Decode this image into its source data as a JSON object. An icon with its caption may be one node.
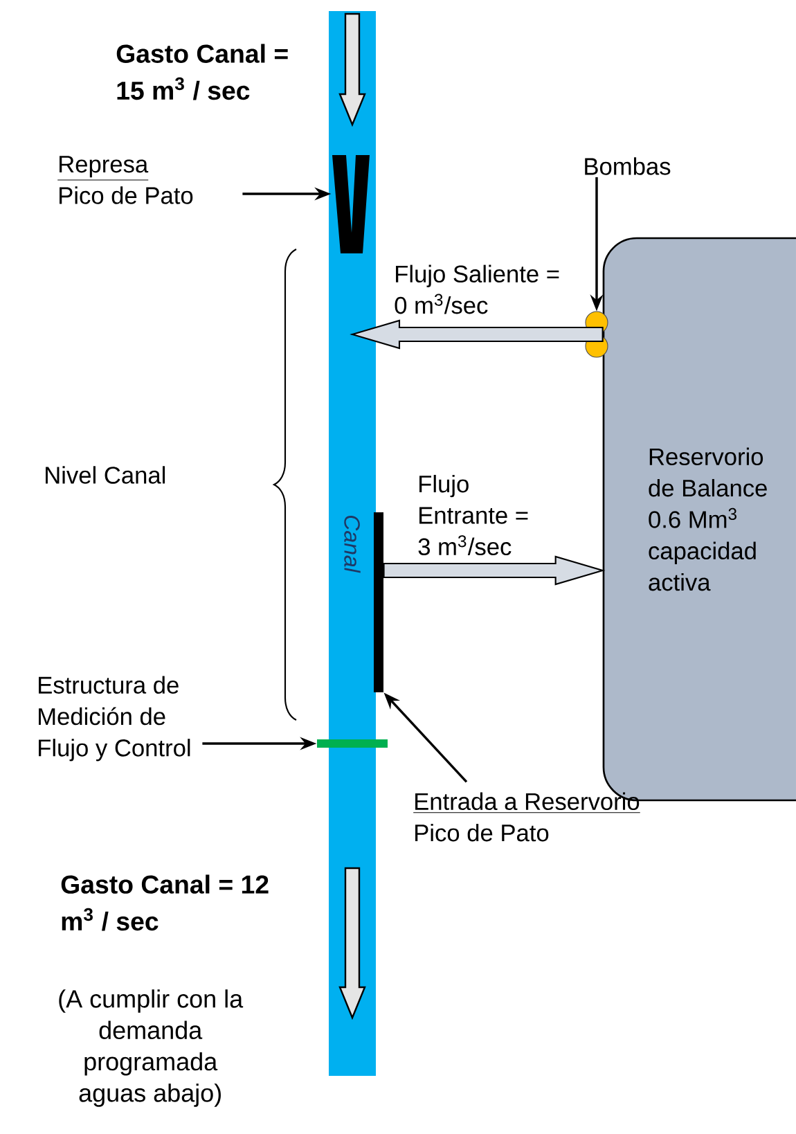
{
  "diagram": {
    "nodes": [
      {
        "text": [
          "Canal"
        ]
      },
      {
        "text": [],
        "shape": "wedge",
        "in": 0
      },
      {
        "text": [
          "Represa",
          "Pico de Pato"
        ]
      },
      {
        "text": [
          "Bombas"
        ]
      },
      {
        "text": [],
        "shape": "circle"
      },
      {
        "text": [],
        "shape": "circle"
      },
      {
        "text": [
          "Reservorio de Balance 0.6 Mm$^{3}$ capacidad activa"
        ]
      },
      {
        "text": [],
        "shape": "bar"
      },
      {
        "text": [
          "Estructura de Medición de Flujo y Control"
        ]
      },
      {
        "text": [],
        "shape": "bar"
      },
      {
        "text": [
          "Entrada a Reservorio",
          "Pico de Pato"
        ]
      }
    ],
    "edges": [
      {
        "from": 2,
        "to": 1,
        "arrow": "to"
      },
      {
        "from": 3,
        "to": 4,
        "arrow": "to"
      },
      {
        "from": 6,
        "to": 0,
        "arrow": "to",
        "label": "Flujo Saliente = 0 m$^{3}$/sec",
        "style": "thick",
        "color": "#d6dce4"
      },
      {
        "from": 9,
        "to": 6,
        "arrow": "to",
        "label": "Flujo Entrante = 3 m$^{3}$/sec",
        "style": "thick",
        "color": "#d6dce4"
      },
      {
        "from": 8,
        "to": 7,
        "arrow": "to"
      },
      {
        "from": 10,
        "to": 9,
        "arrow": "to"
      }
    ],
    "labels": [
      "Gasto Canal = 15 m$^{3}$ / sec",
      "Nivel Canal",
      "Gasto Canal = 12 m$^{3}$ / sec",
      "(A cumplir con la demanda programada aguas abajo)"
    ]
  }
}
